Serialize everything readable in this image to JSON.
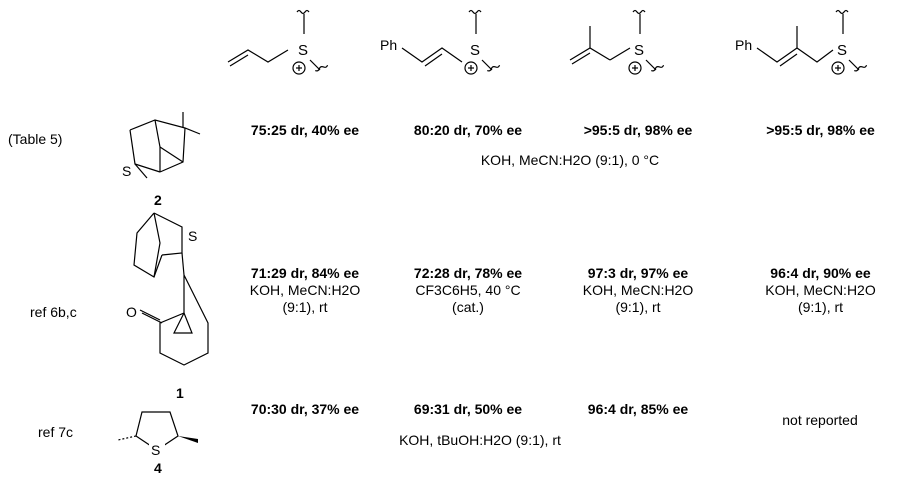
{
  "header": {
    "ph_label": "Ph",
    "s_label": "S",
    "plus_label": "+"
  },
  "rows": [
    {
      "ref": "(Table 5)",
      "compound": "2",
      "results": [
        "75:25 dr, 40% ee",
        "80:20 dr, 70% ee",
        ">95:5 dr, 98% ee",
        ">95:5 dr, 98% ee"
      ],
      "conditions_shared": "KOH, MeCN:H2O (9:1), 0 °C"
    },
    {
      "ref": "ref 6b,c",
      "compound": "1",
      "results": [
        "71:29 dr, 84% ee",
        "72:28 dr, 78% ee",
        "97:3 dr, 97% ee",
        "96:4 dr, 90% ee"
      ],
      "conditions": [
        [
          "KOH, MeCN:H2O",
          "(9:1), rt"
        ],
        [
          "CF3C6H5, 40 °C",
          "(cat.)"
        ],
        [
          "KOH, MeCN:H2O",
          "(9:1), rt"
        ],
        [
          "KOH, MeCN:H2O",
          "(9:1), rt"
        ]
      ]
    },
    {
      "ref": "ref 7c",
      "compound": "4",
      "results": [
        "70:30 dr, 37% ee",
        "69:31 dr, 50% ee",
        "96:4 dr, 85% ee",
        "not reported"
      ],
      "conditions_shared": "KOH, tBuOH:H2O (9:1), rt"
    }
  ],
  "atoms": {
    "sulfur": "S",
    "oxygen": "O"
  }
}
